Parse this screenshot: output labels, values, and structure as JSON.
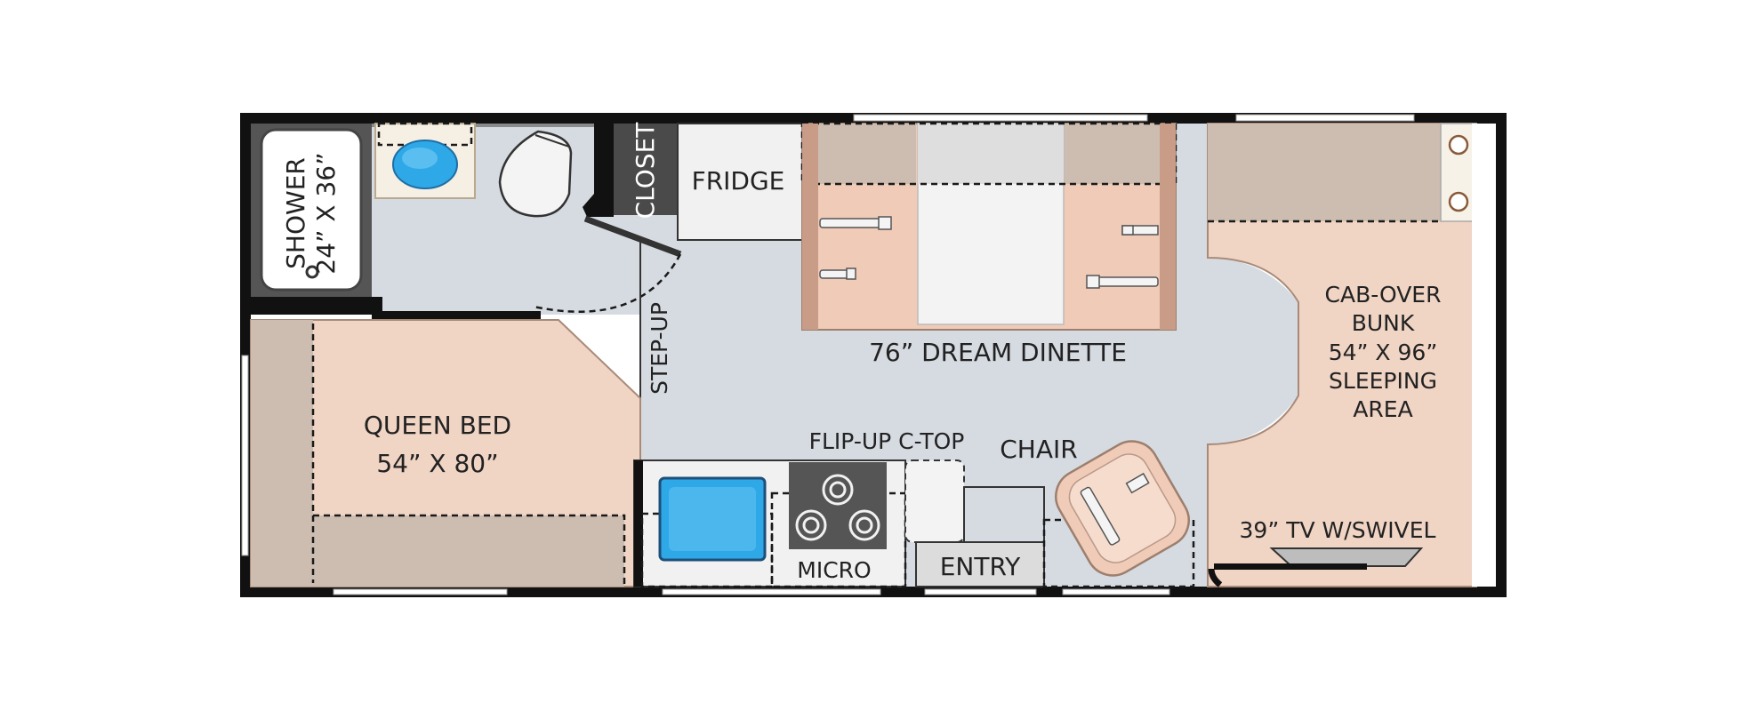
{
  "colors": {
    "wall": "#111111",
    "floor": "#d6dbe2",
    "bed": "#f0d4c4",
    "upholstery": "#efcbb8",
    "shade": "#cdbdb1",
    "counter": "#f1f1f1",
    "sink": "#2fa8e8",
    "cooktop": "#555555",
    "closet": "#4a4a4a"
  },
  "labels": {
    "shower_line1": "SHOWER",
    "shower_line2": "24” X 36”",
    "closet": "CLOSET",
    "fridge": "FRIDGE",
    "dinette": "76” DREAM DINETTE",
    "cabover_line1": "CAB-OVER",
    "cabover_line2": "BUNK",
    "cabover_line3": "54” X 96”",
    "cabover_line4": "SLEEPING",
    "cabover_line5": "AREA",
    "step_up": "STEP-UP",
    "queen_line1": "QUEEN BED",
    "queen_line2": "54” X 80”",
    "flip_up": "FLIP-UP C-TOP",
    "chair": "CHAIR",
    "micro": "MICRO",
    "entry": "ENTRY",
    "tv": "39” TV W/SWIVEL"
  }
}
